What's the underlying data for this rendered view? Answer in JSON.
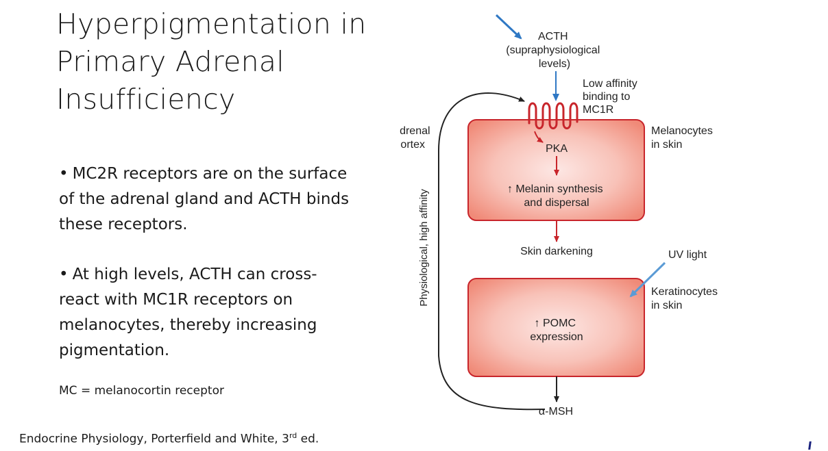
{
  "slide": {
    "title_lines": [
      "Hyperpigmentation in",
      "Primary Adrenal",
      "Insufficiency"
    ],
    "bullets": [
      {
        "marker": "•",
        "text": "MC2R receptors are on the surface of the adrenal gland and ACTH binds these receptors."
      },
      {
        "marker": "•",
        "text": "At high levels, ACTH can cross-react with MC1R receptors on melanocytes, thereby increasing pigmentation."
      }
    ],
    "note": "MC = melanocortin receptor",
    "citation": {
      "prefix": "Endocrine Physiology, Porterfield and White, 3",
      "sup": "rd",
      "suffix": " ed."
    }
  },
  "diagram": {
    "acth_label_lines": [
      "ACTH",
      "(supraphysiological",
      "levels)"
    ],
    "binding_label_lines": [
      "Low affinity",
      "binding to",
      "MC1R"
    ],
    "adrenal_cortex_label_lines": [
      "drenal",
      "ortex"
    ],
    "melanocytes_label_lines": [
      "Melanocytes",
      "in skin"
    ],
    "pka_label": "PKA",
    "melanin_label_lines": [
      "↑ Melanin synthesis",
      "and dispersal"
    ],
    "skin_darkening_label": "Skin darkening",
    "uv_label": "UV light",
    "keratinocytes_label_lines": [
      "Keratinocytes",
      "in skin"
    ],
    "pomc_label_lines": [
      "↑ POMC",
      "expression"
    ],
    "msh_label": "α-MSH",
    "pathway_label": "Physiological, high affinity",
    "colors": {
      "cell_fill_center": "#fde7e4",
      "cell_fill_edge": "#f08a78",
      "cell_border": "#c8252b",
      "receptor_red": "#c8252b",
      "acth_arrow_blue": "#2f78c4",
      "uv_arrow_blue": "#5b9bd5",
      "loop_arrow": "#222222"
    }
  }
}
